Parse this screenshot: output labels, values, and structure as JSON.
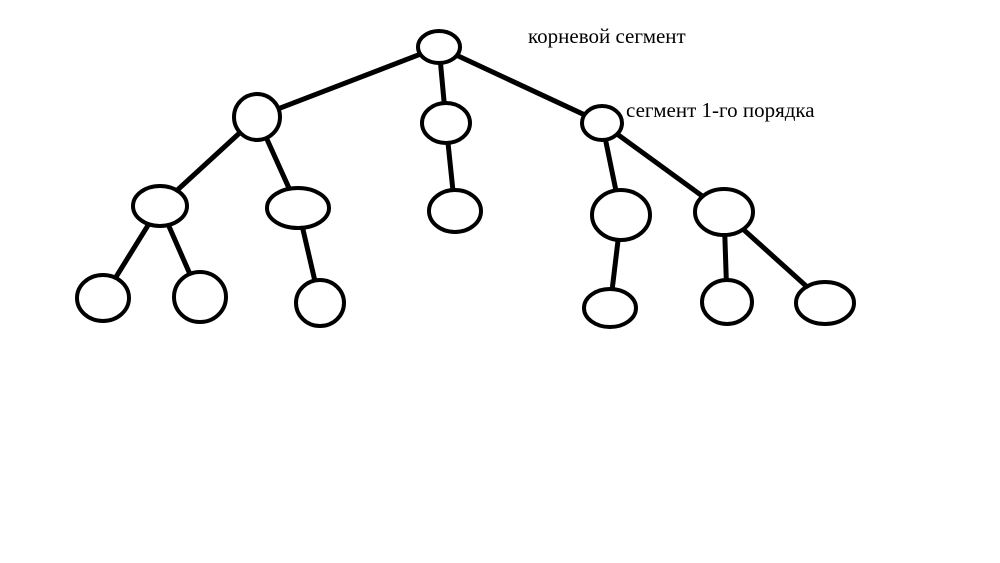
{
  "diagram": {
    "labels": {
      "root": "корневой сегмент",
      "first_order": "сегмент 1-го порядка"
    },
    "nodes": [
      {
        "id": "root"
      },
      {
        "id": "l1-left"
      },
      {
        "id": "l1-mid"
      },
      {
        "id": "l1-right"
      },
      {
        "id": "l2-a"
      },
      {
        "id": "l2-b"
      },
      {
        "id": "l2-c"
      },
      {
        "id": "l2-d"
      },
      {
        "id": "l2-e"
      },
      {
        "id": "l3-a"
      },
      {
        "id": "l3-b"
      },
      {
        "id": "l3-c"
      },
      {
        "id": "l3-d"
      },
      {
        "id": "l3-e"
      },
      {
        "id": "l3-f"
      }
    ],
    "edges": [
      [
        "root",
        "l1-left"
      ],
      [
        "root",
        "l1-mid"
      ],
      [
        "root",
        "l1-right"
      ],
      [
        "l1-left",
        "l2-a"
      ],
      [
        "l1-left",
        "l2-b"
      ],
      [
        "l1-mid",
        "l2-c"
      ],
      [
        "l1-right",
        "l2-d"
      ],
      [
        "l1-right",
        "l2-e"
      ],
      [
        "l2-a",
        "l3-a"
      ],
      [
        "l2-a",
        "l3-b"
      ],
      [
        "l2-b",
        "l3-c"
      ],
      [
        "l2-d",
        "l3-d"
      ],
      [
        "l2-e",
        "l3-e"
      ],
      [
        "l2-e",
        "l3-f"
      ]
    ]
  }
}
